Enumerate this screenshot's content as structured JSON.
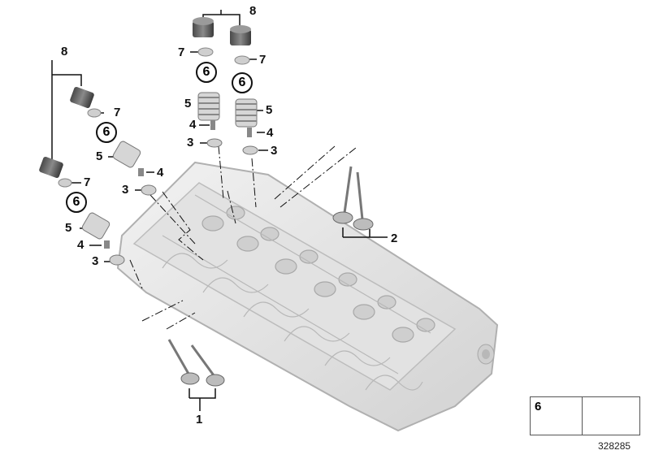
{
  "diagram": {
    "callouts": {
      "intake_valves": "1",
      "exhaust_valves": "2",
      "spring_seat": "3",
      "valve_stem_seal": "4",
      "valve_spring": "5",
      "valve_keeper_set": "6",
      "spring_retainer": "7",
      "bucket_tappet": "8"
    },
    "legend": {
      "item_number": "6"
    },
    "image_number": "328285"
  },
  "colors": {
    "line": "#111111",
    "part_fill": "#d9d9d9",
    "part_dark": "#5a5a5a",
    "head_fill": "#e8e8e8",
    "head_stroke": "#b5b5b5"
  }
}
